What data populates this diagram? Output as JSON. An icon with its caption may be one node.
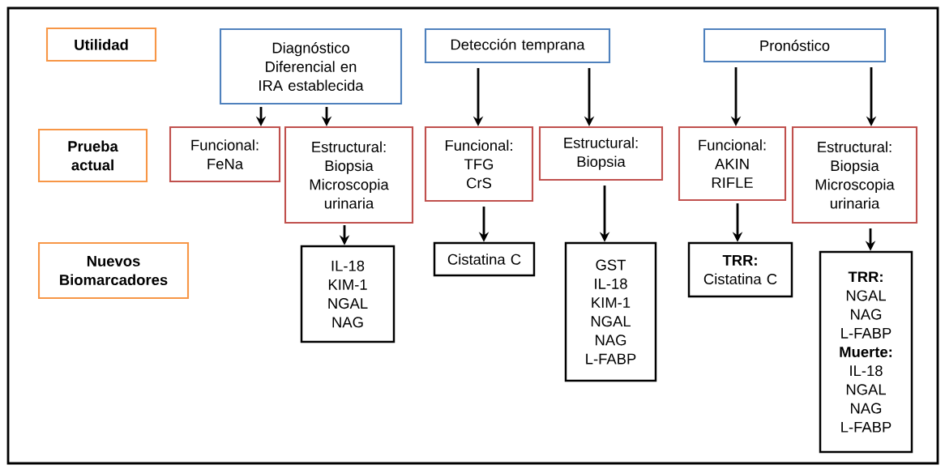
{
  "diagram": {
    "nodes": [
      {
        "text": [
          "Utilidad"
        ]
      },
      {
        "text": [
          "Prueba actual"
        ]
      },
      {
        "text": [
          "Nuevos Biomarcadores"
        ]
      },
      {
        "text": [
          "Diagnóstico Diferencial en IRA establecida"
        ]
      },
      {
        "text": [
          "Detección temprana"
        ]
      },
      {
        "text": [
          "Pronóstico"
        ]
      },
      {
        "text": [
          "Funcional:",
          "FeNa"
        ]
      },
      {
        "text": [
          "Estructural:",
          "Biopsia",
          "Microscopia urinaria"
        ]
      },
      {
        "text": [
          "Funcional:",
          "TFG",
          "CrS"
        ]
      },
      {
        "text": [
          "Estructural:",
          "Biopsia"
        ]
      },
      {
        "text": [
          "Funcional:",
          "AKIN",
          "RIFLE"
        ]
      },
      {
        "text": [
          "Estructural:",
          "Biopsia",
          "Microscopia urinaria"
        ]
      },
      {
        "text": [
          "IL-18",
          "KIM-1",
          "NGAL",
          "NAG"
        ]
      },
      {
        "text": [
          "Cistatina C"
        ]
      },
      {
        "text": [
          "GST",
          "IL-18",
          "KIM-1",
          "NGAL",
          "NAG",
          "L-FABP"
        ]
      },
      {
        "text": [
          "**TRR:**",
          "Cistatina C"
        ]
      },
      {
        "text": [
          "**TRR:**",
          "NGAL",
          "NAG",
          "L-FABP",
          "**Muerte:**",
          "IL-18",
          "NGAL",
          "NAG",
          "L-FABP"
        ]
      }
    ],
    "edges": [
      {
        "from": 3,
        "to": 6,
        "arrow": "to"
      },
      {
        "from": 3,
        "to": 7,
        "arrow": "to"
      },
      {
        "from": 4,
        "to": 8,
        "arrow": "to"
      },
      {
        "from": 4,
        "to": 9,
        "arrow": "to"
      },
      {
        "from": 5,
        "to": 10,
        "arrow": "to"
      },
      {
        "from": 5,
        "to": 11,
        "arrow": "to"
      },
      {
        "from": 7,
        "to": 12,
        "arrow": "to"
      },
      {
        "from": 8,
        "to": 13,
        "arrow": "to"
      },
      {
        "from": 9,
        "to": 14,
        "arrow": "to"
      },
      {
        "from": 10,
        "to": 15,
        "arrow": "to"
      },
      {
        "from": 11,
        "to": 16,
        "arrow": "to"
      }
    ]
  }
}
